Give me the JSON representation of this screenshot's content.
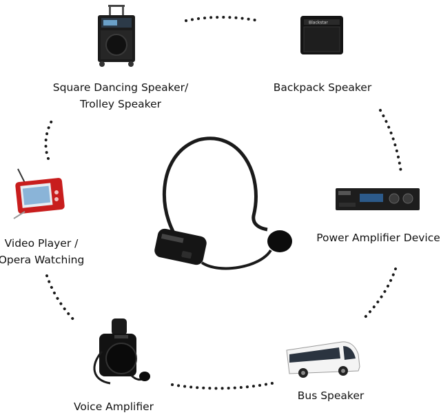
{
  "center_device": {
    "icon": "wireless-headset-microphone-icon"
  },
  "devices": [
    {
      "id": "trolley",
      "icon": "trolley-speaker-icon",
      "label_lines": [
        "Square Dancing Speaker/",
        "Trolley Speaker"
      ]
    },
    {
      "id": "backpack",
      "icon": "backpack-speaker-icon",
      "label_lines": [
        "Backpack Speaker"
      ]
    },
    {
      "id": "amp",
      "icon": "power-amplifier-icon",
      "label_lines": [
        "Power Amplifier Device"
      ]
    },
    {
      "id": "bus",
      "icon": "bus-icon",
      "label_lines": [
        "Bus Speaker"
      ]
    },
    {
      "id": "voice",
      "icon": "voice-amplifier-icon",
      "label_lines": [
        "Voice Amplifier"
      ]
    },
    {
      "id": "video",
      "icon": "video-player-icon",
      "label_lines": [
        "Video Player /",
        "Opera Watching"
      ]
    }
  ]
}
